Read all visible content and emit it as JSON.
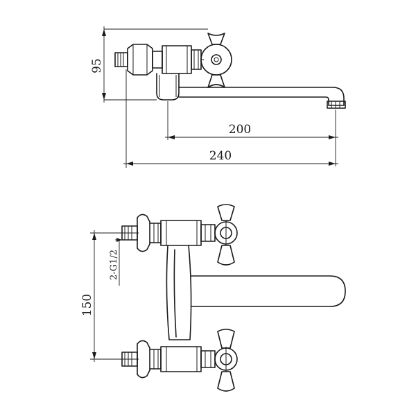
{
  "top_view": {
    "dimensions": {
      "height": "95",
      "spout_reach": "200",
      "overall_length": "240"
    }
  },
  "front_view": {
    "dimensions": {
      "center_distance": "150",
      "connection_thread": "2-G1/2"
    }
  }
}
